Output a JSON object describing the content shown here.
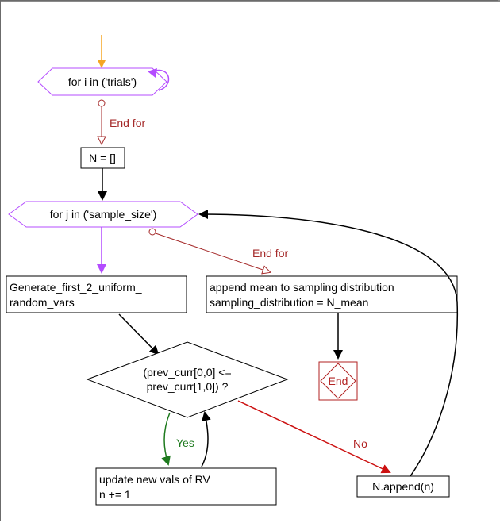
{
  "nodes": {
    "loop_trials": "for i in ('trials')",
    "init_n": "N = []",
    "loop_sample": "for j in ('sample_size')",
    "generate_line1": "Generate_first_2_uniform_",
    "generate_line2": "random_vars",
    "append_mean_line1": "append mean to sampling distribution",
    "append_mean_line2": "sampling_distribution = N_mean",
    "end": "End",
    "decision_line1": "(prev_curr[0,0] <=",
    "decision_line2": "prev_curr[1,0]) ?",
    "update_line1": "update new vals of RV",
    "update_line2": "n += 1",
    "n_append": "N.append(n)"
  },
  "edges": {
    "end_for_trials": "End for",
    "end_for_sample": "End for",
    "yes": "Yes",
    "no": "No"
  },
  "colors": {
    "loop_purple": "#b44cff",
    "entry_orange": "#f5a623",
    "end_for_red": "#a52a2a",
    "yes_green": "#1e7a1e",
    "no_red": "#cc1111",
    "end_box": "#b22222"
  }
}
